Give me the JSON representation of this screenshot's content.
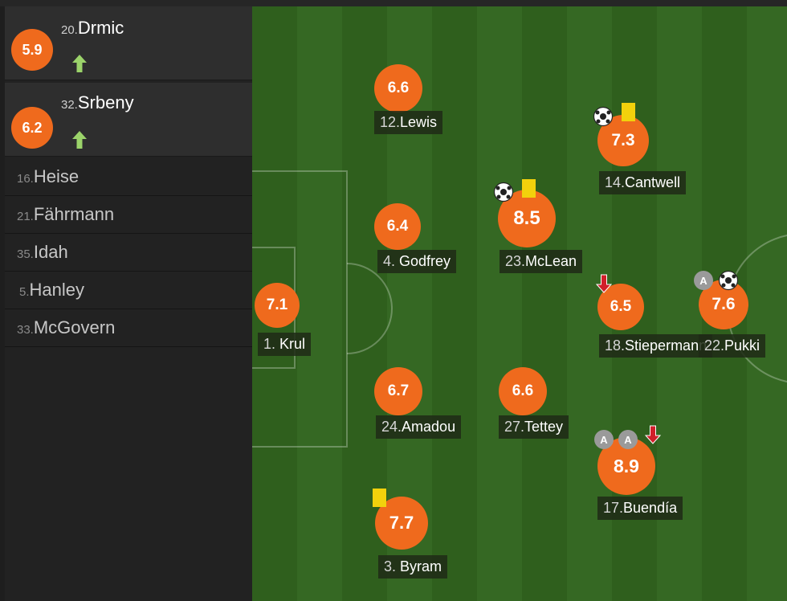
{
  "subs": [
    {
      "rating": "5.9",
      "number": "20.",
      "name": "Drmic"
    },
    {
      "rating": "6.2",
      "number": "32.",
      "name": "Srbeny"
    }
  ],
  "bench": [
    {
      "number": "16.",
      "name": "Heise"
    },
    {
      "number": "21.",
      "name": "Fährmann"
    },
    {
      "number": "35.",
      "name": "Idah"
    },
    {
      "number": "5.",
      "name": "Hanley"
    },
    {
      "number": "33.",
      "name": "McGovern"
    }
  ],
  "players": [
    {
      "id": "lewis",
      "rating": "6.6",
      "number": "12.",
      "name": "Lewis"
    },
    {
      "id": "cantwell",
      "rating": "7.3",
      "number": "14.",
      "name": "Cantwell"
    },
    {
      "id": "godfrey",
      "rating": "6.4",
      "number": "4. ",
      "name": "Godfrey"
    },
    {
      "id": "mclean",
      "rating": "8.5",
      "number": "23.",
      "name": "McLean"
    },
    {
      "id": "krul",
      "rating": "7.1",
      "number": "1. ",
      "name": "Krul"
    },
    {
      "id": "stiepermann",
      "rating": "6.5",
      "number": "18.",
      "name": "Stiepermann"
    },
    {
      "id": "pukki",
      "rating": "7.6",
      "number": "22.",
      "name": "Pukki"
    },
    {
      "id": "amadou",
      "rating": "6.7",
      "number": "24.",
      "name": "Amadou"
    },
    {
      "id": "tettey",
      "rating": "6.6",
      "number": "27.",
      "name": "Tettey"
    },
    {
      "id": "buendia",
      "rating": "8.9",
      "number": "17.",
      "name": "Buendía"
    },
    {
      "id": "byram",
      "rating": "7.7",
      "number": "3. ",
      "name": "Byram"
    }
  ],
  "assist_badge": "A",
  "colors": {
    "rating": "#ef6a1d",
    "yellow_card": "#f2d10c",
    "sub_in": "#9bd36a",
    "sub_out": "#d11f2a",
    "pitch_dark": "#2f5f1d",
    "pitch_light": "#356823"
  }
}
